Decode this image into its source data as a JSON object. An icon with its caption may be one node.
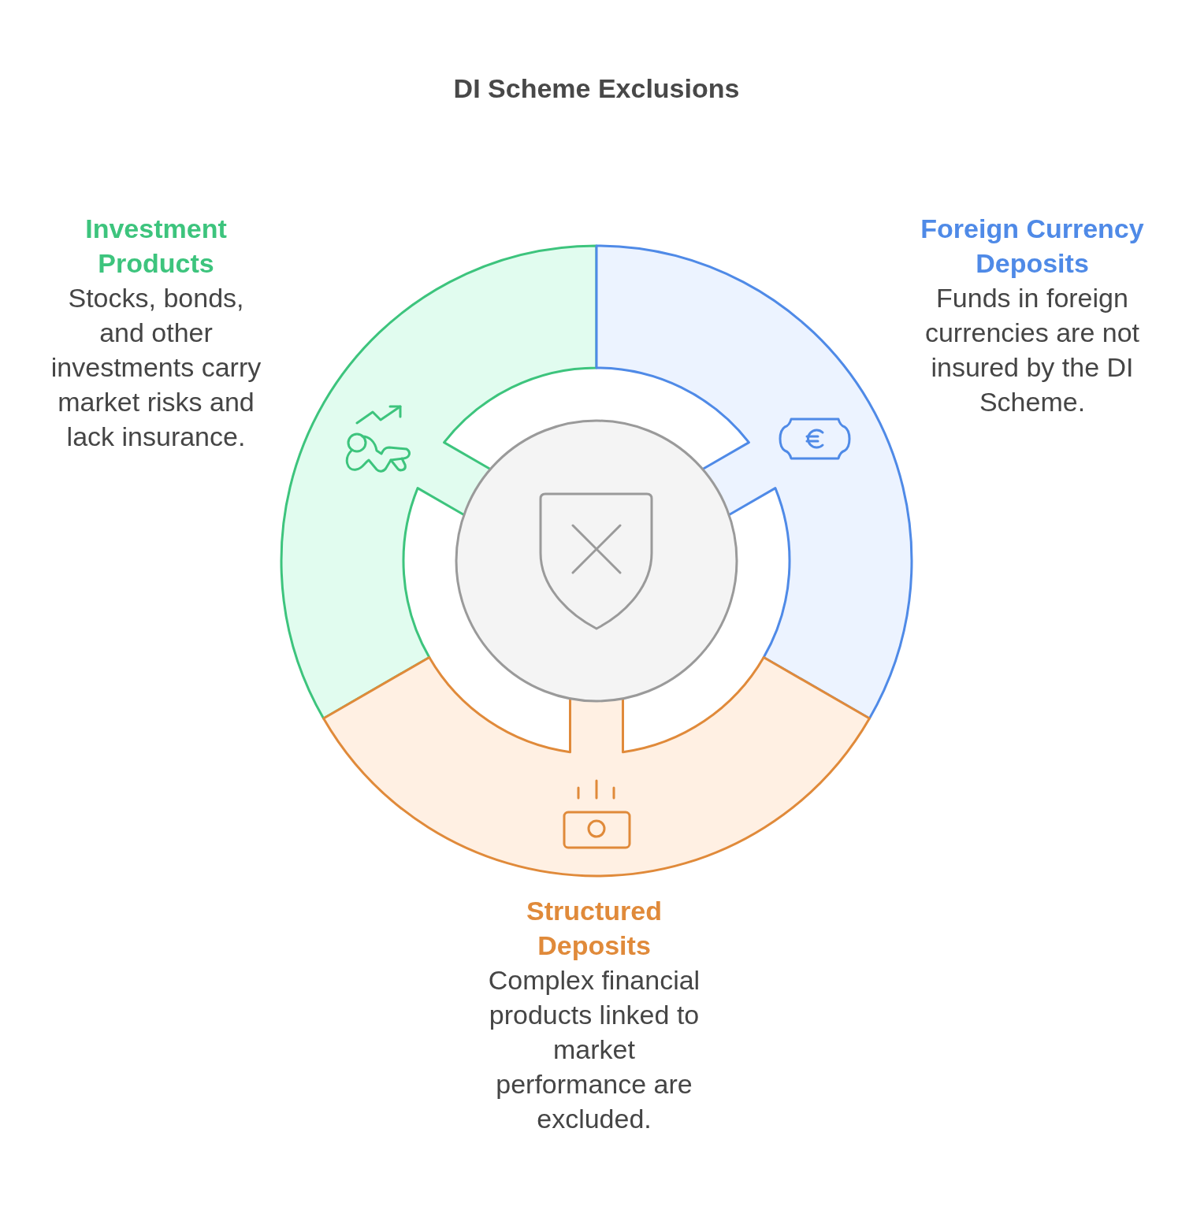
{
  "diagram": {
    "title": "DI Scheme Exclusions",
    "nodes": [
      {
        "text": [
          "Investment Products",
          "Stocks, bonds, and other investments carry market risks and lack insurance."
        ]
      },
      {
        "text": [
          "Foreign Currency Deposits",
          "Funds in foreign currencies are not insured by the DI Scheme."
        ]
      },
      {
        "text": [],
        "shape": "circle"
      },
      {
        "text": [
          "Structured Deposits",
          "Complex financial products linked to market performance are excluded."
        ]
      }
    ]
  }
}
